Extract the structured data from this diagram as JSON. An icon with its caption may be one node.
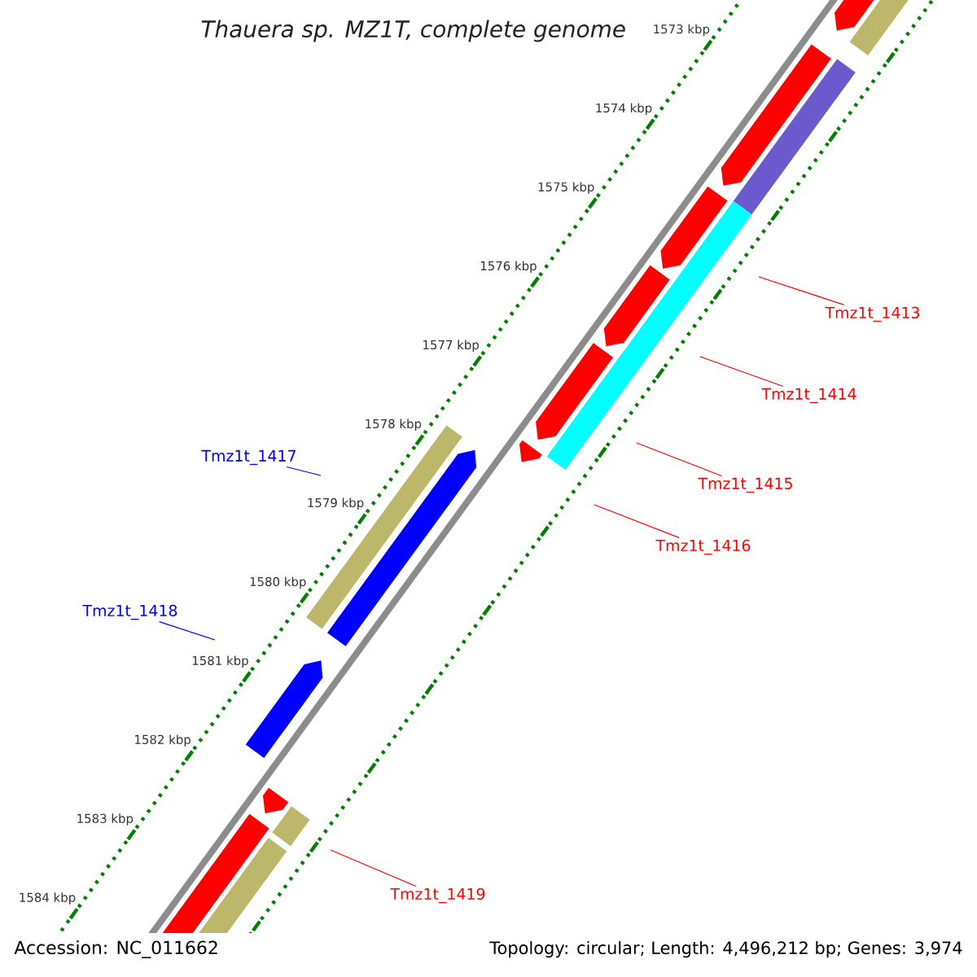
{
  "diagram": {
    "title": "Thauera sp. MZ1T, complete genome",
    "nodes": [
      {
        "text": [
          "Tmz1t_1413"
        ]
      },
      {
        "text": [
          "Tmz1t_1414"
        ]
      },
      {
        "text": [
          "Tmz1t_1417"
        ]
      },
      {
        "text": [
          "Tmz1t_1415"
        ]
      },
      {
        "text": [
          "Tmz1t_1416"
        ]
      },
      {
        "text": [
          "Tmz1t_1418"
        ]
      },
      {
        "text": [
          "Tmz1t_1419"
        ]
      }
    ],
    "edges": [
      {
        "from": 0,
        "to": null,
        "arrow": "none"
      },
      {
        "from": 1,
        "to": null,
        "arrow": "none"
      },
      {
        "from": 2,
        "to": null,
        "arrow": "none",
        "color": "#0000ff"
      },
      {
        "from": 3,
        "to": null,
        "arrow": "none"
      },
      {
        "from": 4,
        "to": null,
        "arrow": "none"
      },
      {
        "from": 5,
        "to": null,
        "arrow": "none",
        "color": "#0000ff"
      },
      {
        "from": 6,
        "to": null,
        "arrow": "none"
      }
    ],
    "labels": [
      "1573 kbp",
      "1574 kbp",
      "1575 kbp",
      "1576 kbp",
      "1577 kbp",
      "1578 kbp",
      "1579 kbp",
      "1580 kbp",
      "1581 kbp",
      "1582 kbp",
      "1583 kbp",
      "1584 kbp",
      "Accession: NC_011662",
      "Topology: circular; Length: 4,496,212 bp; Genes: 3,974"
    ]
  }
}
